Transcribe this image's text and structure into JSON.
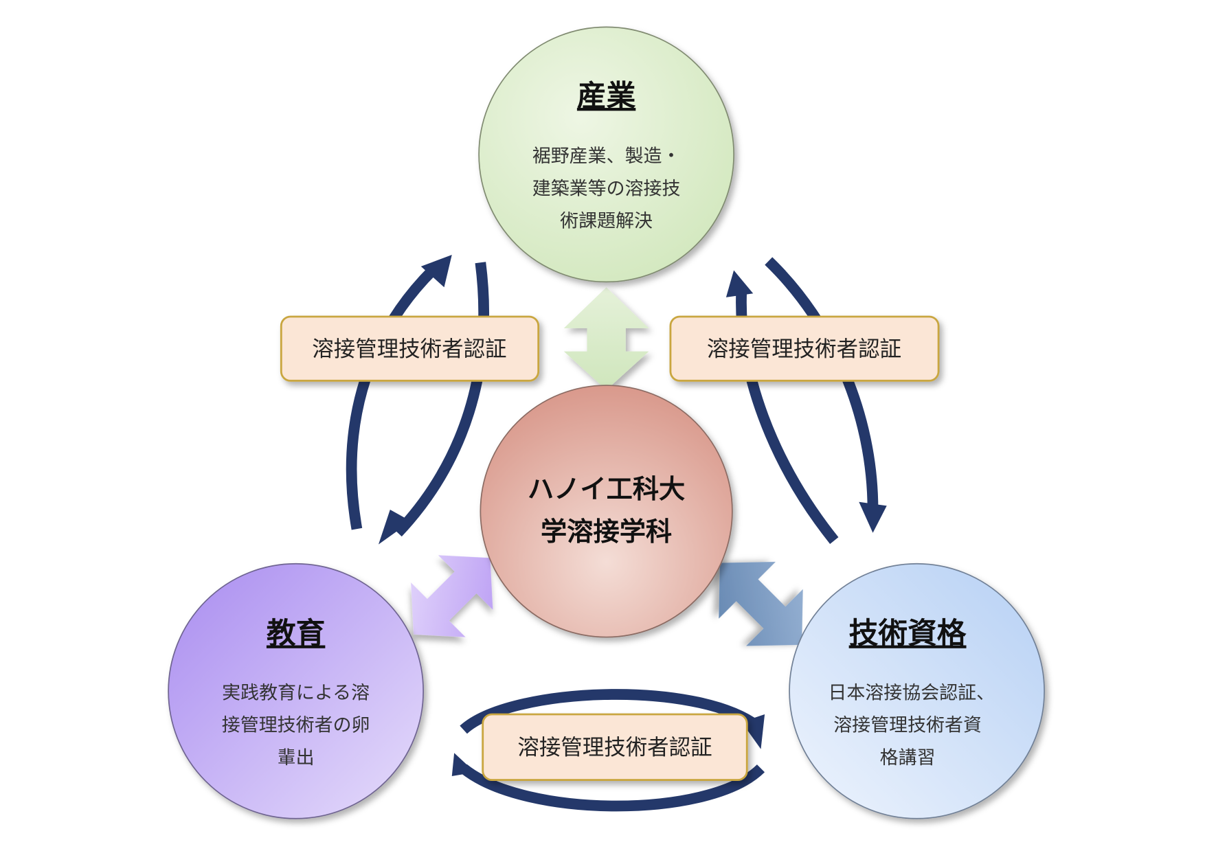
{
  "nodes": {
    "industry": {
      "title": "産業",
      "lines": [
        "裾野産業、製造・",
        "建築業等の溶接技",
        "術課題解決"
      ]
    },
    "center": {
      "lines": [
        "ハノイ工科大",
        "学溶接学科"
      ]
    },
    "education": {
      "title": "教育",
      "lines": [
        "実践教育による溶",
        "接管理技術者の卵",
        "輩出"
      ]
    },
    "qualification": {
      "title": "技術資格",
      "lines": [
        "日本溶接協会認証、",
        "溶接管理技術者資",
        "格講習"
      ]
    }
  },
  "labels": {
    "left": "溶接管理技術者認証",
    "right": "溶接管理技術者認証",
    "bottom": "溶接管理技術者認証"
  },
  "colors": {
    "arrow": "#24386a",
    "label_fill": "#fbe6d6",
    "label_border": "#c9a640"
  }
}
